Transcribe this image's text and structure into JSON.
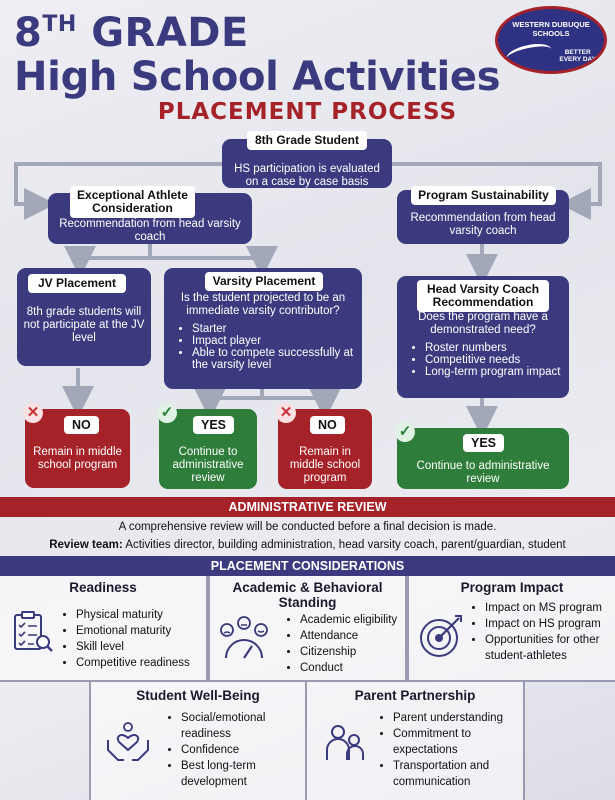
{
  "header": {
    "grade": "8",
    "grade_suffix": "TH",
    "grade_word": "GRADE",
    "title_line2": "High School Activities",
    "subtitle": "PLACEMENT PROCESS"
  },
  "logo": {
    "line1": "WESTERN DUBUQUE",
    "line2": "SCHOOLS",
    "tagline1": "BETTER",
    "tagline2": "EVERY DAY"
  },
  "flow": {
    "student": {
      "label": "8th Grade Student",
      "text": "HS participation is evaluated on a case by case basis"
    },
    "exceptional": {
      "label": "Exceptional Athlete Consideration",
      "text": "Recommendation from head varsity coach"
    },
    "sustainability": {
      "label": "Program Sustainability",
      "text": "Recommendation from head varsity coach"
    },
    "jv": {
      "label": "JV Placement",
      "text": "8th grade students will not participate at the JV level"
    },
    "varsity": {
      "label": "Varsity Placement",
      "question": "Is the student projected to be an immediate varsity contributor?",
      "bullets": [
        "Starter",
        "Impact player",
        "Able to compete successfully at the varsity level"
      ]
    },
    "head_coach": {
      "label": "Head Varsity Coach Recommendation",
      "question": "Does the program have a demonstrated need?",
      "bullets": [
        "Roster numbers",
        "Competitive needs",
        "Long-term program impact"
      ]
    },
    "outcomes": {
      "no1": {
        "tag": "NO",
        "text": "Remain in middle school program"
      },
      "yes1": {
        "tag": "YES",
        "text": "Continue to administrative review"
      },
      "no2": {
        "tag": "NO",
        "text": "Remain in middle school program"
      },
      "yes2": {
        "tag": "YES",
        "text": "Continue to administrative review"
      }
    }
  },
  "admin_review": {
    "heading": "ADMINISTRATIVE REVIEW",
    "line1": "A comprehensive review will be conducted before a final decision is made.",
    "team_label": "Review team:",
    "team_text": "Activities director, building administration, head varsity coach, parent/guardian, student"
  },
  "considerations": {
    "heading": "PLACEMENT CONSIDERATIONS",
    "readiness": {
      "title": "Readiness",
      "items": [
        "Physical maturity",
        "Emotional maturity",
        "Skill level",
        "Competitive readiness"
      ]
    },
    "academic": {
      "title": "Academic & Behavioral Standing",
      "items": [
        "Academic eligibility",
        "Attendance",
        "Citizenship",
        "Conduct"
      ]
    },
    "program": {
      "title": "Program Impact",
      "items": [
        "Impact on MS program",
        "Impact on HS program",
        "Opportunities for other student-athletes"
      ]
    },
    "wellbeing": {
      "title": "Student Well-Being",
      "items": [
        "Social/emotional readiness",
        "Confidence",
        "Best long-term development"
      ]
    },
    "parent": {
      "title": "Parent Partnership",
      "items": [
        "Parent understanding",
        "Commitment to expectations",
        "Transportation and communication"
      ]
    }
  },
  "colors": {
    "navy": "#3b3a7e",
    "red": "#a62229",
    "green": "#2e7d3a"
  }
}
